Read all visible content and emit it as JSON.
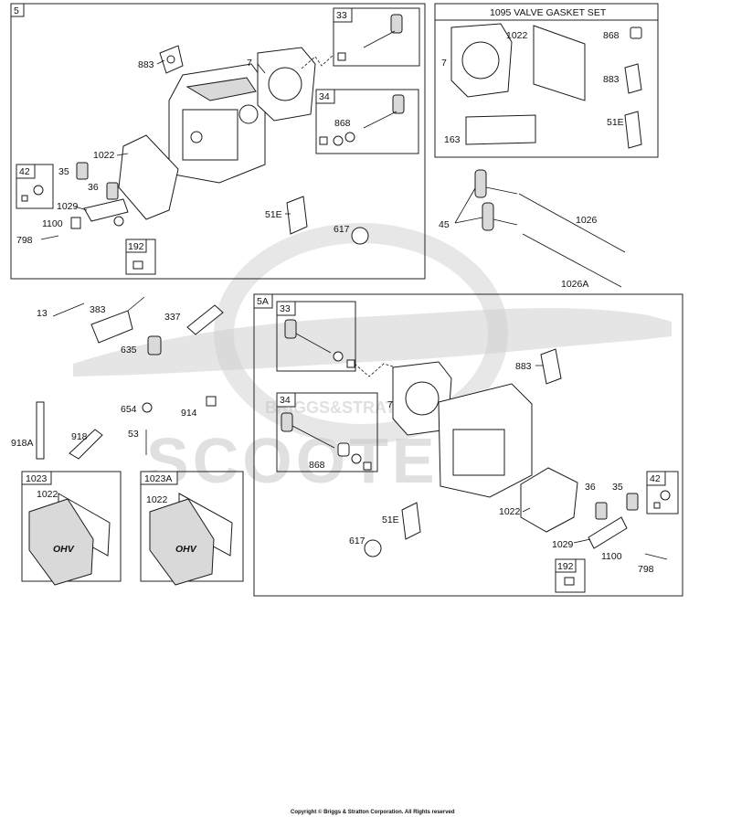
{
  "copyright": "Copyright © Briggs & Stratton Corporation. All Rights reserved",
  "watermark": {
    "line1": "BRIGGS&STRATTON",
    "line2": "SCOOTER"
  },
  "groups": {
    "g5": "5",
    "g33a": "33",
    "g34a": "34",
    "g42a": "42",
    "g192a": "192",
    "gasket_set": "1095 VALVE GASKET SET",
    "g5a": "5A",
    "g33b": "33",
    "g34b": "34",
    "g42b": "42",
    "g192b": "192",
    "g1023": "1023",
    "g1023a": "1023A"
  },
  "callouts": {
    "c883a": "883",
    "c7a": "7",
    "c1022a": "1022",
    "c35a": "35",
    "c36a": "36",
    "c1029a": "1029",
    "c1100a": "1100",
    "c798a": "798",
    "c51ea": "51E",
    "c617a": "617",
    "c868a": "868",
    "gs1022": "1022",
    "gs868": "868",
    "gs7": "7",
    "gs883": "883",
    "gs51e": "51E",
    "gs163": "163",
    "c45": "45",
    "c1026": "1026",
    "c1026a": "1026A",
    "c13": "13",
    "c383": "383",
    "c337": "337",
    "c635": "635",
    "c654": "654",
    "c914": "914",
    "c53": "53",
    "c918a": "918A",
    "c918": "918",
    "c1022c": "1022",
    "c1022d": "1022",
    "c883b": "883",
    "c7b": "7",
    "c868b": "868",
    "c36b": "36",
    "c35b": "35",
    "c1022b": "1022",
    "c51eb": "51E",
    "c617b": "617",
    "c1029b": "1029",
    "c1100b": "1100",
    "c798b": "798"
  },
  "cover_text": "OHV"
}
